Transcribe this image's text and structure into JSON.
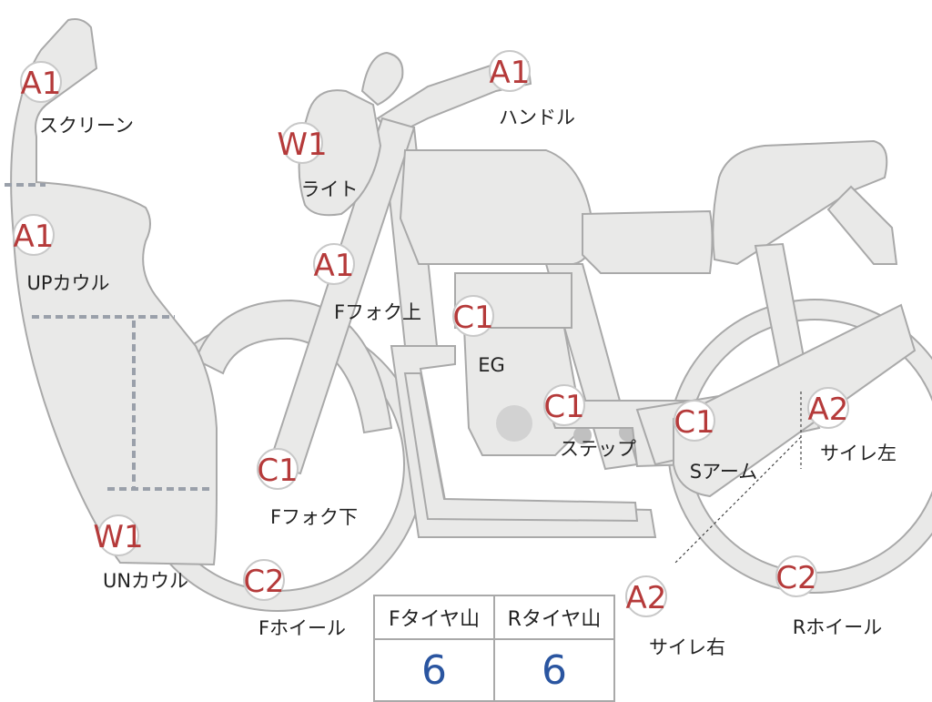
{
  "parts": [
    {
      "key": "screen",
      "grade": "A1",
      "label": "スクリーン"
    },
    {
      "key": "up_cowl",
      "grade": "A1",
      "label": "UPカウル"
    },
    {
      "key": "un_cowl",
      "grade": "W1",
      "label": "UNカウル"
    },
    {
      "key": "light",
      "grade": "W1",
      "label": "ライト"
    },
    {
      "key": "f_fork_upper",
      "grade": "A1",
      "label": "Fフォク上"
    },
    {
      "key": "f_fork_lower",
      "grade": "C1",
      "label": "Fフォク下"
    },
    {
      "key": "f_wheel",
      "grade": "C2",
      "label": "Fホイール"
    },
    {
      "key": "handle",
      "grade": "A1",
      "label": "ハンドル"
    },
    {
      "key": "engine",
      "grade": "C1",
      "label": "EG"
    },
    {
      "key": "step",
      "grade": "C1",
      "label": "ステップ"
    },
    {
      "key": "swing_arm",
      "grade": "C1",
      "label": "Sアーム"
    },
    {
      "key": "muffler_left",
      "grade": "A2",
      "label": "サイレ左"
    },
    {
      "key": "muffler_right",
      "grade": "A2",
      "label": "サイレ右"
    },
    {
      "key": "r_wheel",
      "grade": "C2",
      "label": "Rホイール"
    }
  ],
  "tread_table": {
    "headers": [
      "Fタイヤ山",
      "Rタイヤ山"
    ],
    "values": [
      "6",
      "6"
    ]
  },
  "colors": {
    "grade_text": "#b53a3a",
    "table_value": "#2a55a0",
    "part_fill": "#e9e9e8"
  }
}
